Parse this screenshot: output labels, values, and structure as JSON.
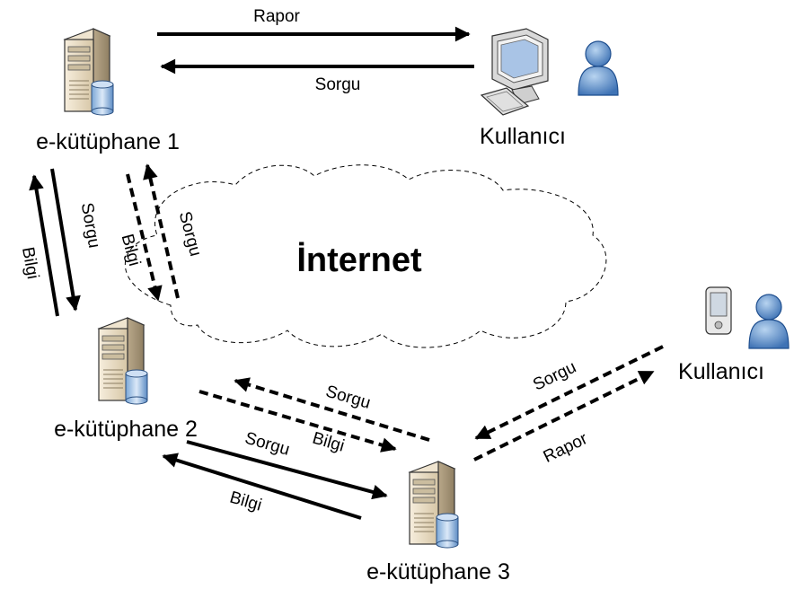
{
  "diagram": {
    "cloud_label": "İnternet",
    "nodes": {
      "lib1": "e-kütüphane 1",
      "lib2": "e-kütüphane 2",
      "lib3": "e-kütüphane 3",
      "user_desktop": "Kullanıcı",
      "user_mobile": "Kullanıcı"
    },
    "icons": {
      "server": "server-database-icon",
      "desktop": "desktop-computer-icon",
      "pda": "pda-device-icon",
      "user": "user-person-icon"
    },
    "arrow_labels": {
      "lib1_to_user": "Rapor",
      "user_to_lib1": "Sorgu",
      "lib1_to_lib2_solid": "Sorgu",
      "lib2_to_lib1_solid": "Bilgi",
      "lib1_to_lib2_dashed": "Sorgu",
      "lib2_to_lib1_dashed": "Bilgi",
      "lib3_to_lib2_dashed": "Sorgu",
      "lib2_to_lib3_dashed": "Bilgi",
      "lib2_to_lib3_solid": "Sorgu",
      "lib3_to_lib2_solid": "Bilgi",
      "mobile_to_lib3": "Sorgu",
      "lib3_to_mobile": "Rapor"
    }
  }
}
